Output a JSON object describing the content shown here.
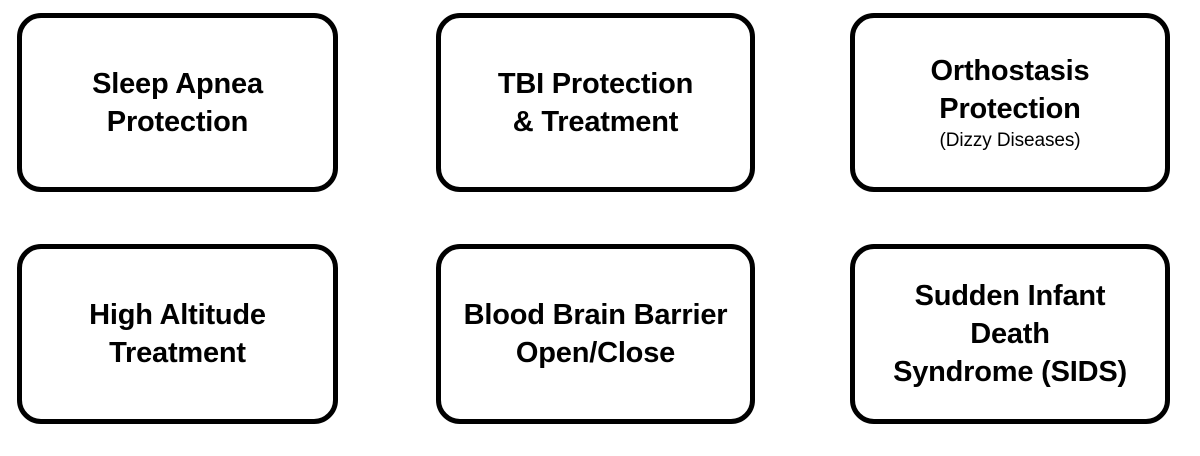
{
  "diagram": {
    "type": "node-grid",
    "columns": 3,
    "rows": 2,
    "background_color": "#ffffff",
    "node_border_color": "#000000",
    "node_fill_color": "#ffffff",
    "text_color": "#000000",
    "nodes": [
      {
        "id": "sleep-apnea-protection",
        "label": "Sleep Apnea\nProtection",
        "sublabel": "",
        "row": 1,
        "column": 1
      },
      {
        "id": "tbi-protection-treatment",
        "label": "TBI Protection\n& Treatment",
        "sublabel": "",
        "row": 1,
        "column": 2
      },
      {
        "id": "orthostasis-protection",
        "label": "Orthostasis\nProtection",
        "sublabel": "(Dizzy Diseases)",
        "row": 1,
        "column": 3
      },
      {
        "id": "high-altitude-treatment",
        "label": "High Altitude\nTreatment",
        "sublabel": "",
        "row": 2,
        "column": 1
      },
      {
        "id": "blood-brain-barrier-openclose",
        "label": "Blood Brain Barrier\nOpen/Close",
        "sublabel": "",
        "row": 2,
        "column": 2
      },
      {
        "id": "sudden-infant-death-syndrome",
        "label": "Sudden Infant\nDeath\nSyndrome (SIDS)",
        "sublabel": "",
        "row": 2,
        "column": 3
      }
    ]
  }
}
